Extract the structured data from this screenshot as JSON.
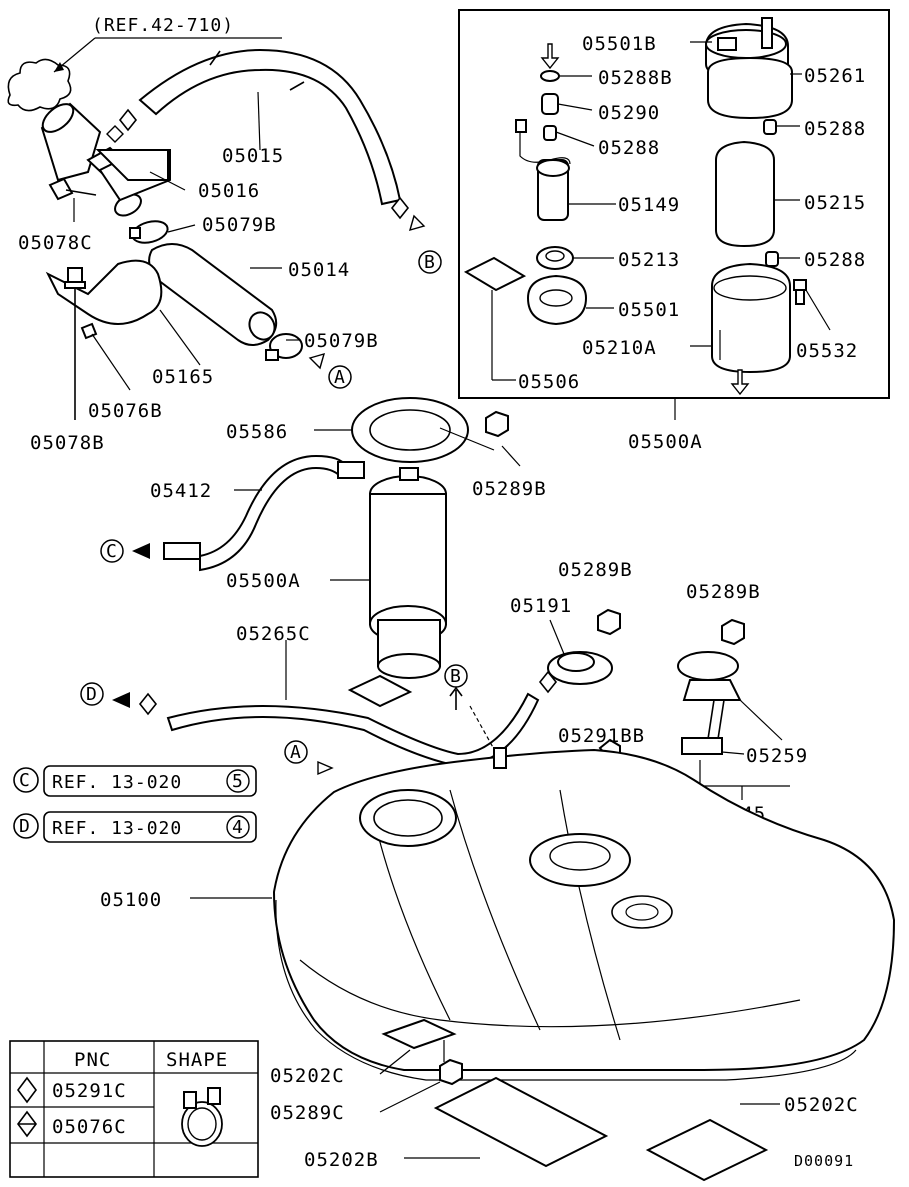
{
  "ref_top": "(REF.42-710)",
  "diagram_code": "D00091",
  "inset_label": "05500A",
  "labels": {
    "p05015": "05015",
    "p05016": "05016",
    "p05078C": "05078C",
    "p05079B_1": "05079B",
    "p05014": "05014",
    "p05079B_2": "05079B",
    "p05165": "05165",
    "p05076B": "05076B",
    "p05078B": "05078B",
    "p05501B": "05501B",
    "p05288B": "05288B",
    "p05261": "05261",
    "p05290": "05290",
    "p05288_1": "05288",
    "p05288_2": "05288",
    "p05149": "05149",
    "p05215": "05215",
    "p05213": "05213",
    "p05288_3": "05288",
    "p05501": "05501",
    "p05210A": "05210A",
    "p05532": "05532",
    "p05506": "05506",
    "p05586": "05586",
    "p05289B_1": "05289B",
    "p05412": "05412",
    "p05500A": "05500A",
    "p05265C": "05265C",
    "p05289B_2": "05289B",
    "p05191": "05191",
    "p05289B_3": "05289B",
    "p05291BB": "05291BB",
    "p05259": "05259",
    "p05145": "05145",
    "p05100": "05100",
    "p05202C_1": "05202C",
    "p05289C": "05289C",
    "p05202C_2": "05202C",
    "p05202B": "05202B"
  },
  "callouts": {
    "A": "A",
    "B": "B",
    "C": "C",
    "D": "D"
  },
  "references": [
    {
      "letter": "C",
      "text": "REF. 13-020",
      "num": "5"
    },
    {
      "letter": "D",
      "text": "REF. 13-020",
      "num": "4"
    }
  ],
  "legend": {
    "col_pnc": "PNC",
    "col_shape": "SHAPE",
    "rows": [
      "05291C",
      "05076C"
    ]
  }
}
